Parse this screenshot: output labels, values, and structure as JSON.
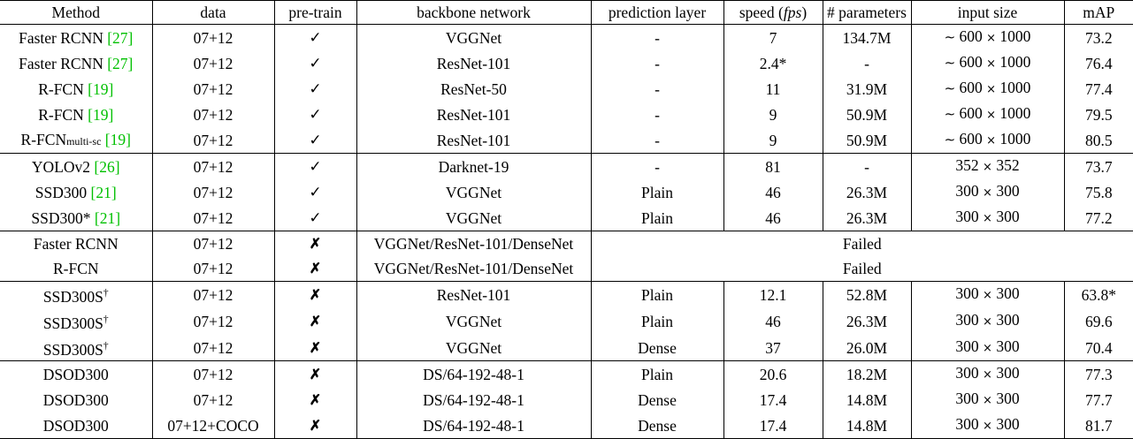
{
  "table": {
    "columns": [
      {
        "key": "method",
        "label": "Method"
      },
      {
        "key": "data",
        "label": "data"
      },
      {
        "key": "pretrain",
        "label": "pre-train"
      },
      {
        "key": "backbone",
        "label": "backbone network"
      },
      {
        "key": "predlayer",
        "label": "prediction layer"
      },
      {
        "key": "speed",
        "label": "speed (fps)",
        "label_main": "speed (",
        "label_italic": "fps",
        "label_tail": ")"
      },
      {
        "key": "params",
        "label": "# parameters"
      },
      {
        "key": "inputsize",
        "label": "input size"
      },
      {
        "key": "map",
        "label": "mAP"
      }
    ],
    "colors": {
      "citation": "#00c000",
      "text": "#000000",
      "rule": "#000000"
    },
    "marks": {
      "check": "✓",
      "cross": "✗",
      "approx": "∼",
      "times": "×",
      "dagger": "†"
    },
    "groups": [
      {
        "rows": [
          {
            "method": "Faster RCNN",
            "cite": "[27]",
            "data": "07+12",
            "pretrain": "check",
            "backbone": "VGGNet",
            "predlayer": "-",
            "speed": "7",
            "params": "134.7M",
            "inputsize": "∼ 600 × 1000",
            "map": "73.2"
          },
          {
            "method": "Faster RCNN",
            "cite": "[27]",
            "data": "07+12",
            "pretrain": "check",
            "backbone": "ResNet-101",
            "predlayer": "-",
            "speed": "2.4*",
            "params": "-",
            "inputsize": "∼ 600 × 1000",
            "map": "76.4"
          },
          {
            "method": "R-FCN",
            "cite": "[19]",
            "data": "07+12",
            "pretrain": "check",
            "backbone": "ResNet-50",
            "predlayer": "-",
            "speed": "11",
            "params": "31.9M",
            "inputsize": "∼ 600 × 1000",
            "map": "77.4"
          },
          {
            "method": "R-FCN",
            "cite": "[19]",
            "data": "07+12",
            "pretrain": "check",
            "backbone": "ResNet-101",
            "predlayer": "-",
            "speed": "9",
            "params": "50.9M",
            "inputsize": "∼ 600 × 1000",
            "map": "79.5"
          },
          {
            "method": "R-FCN",
            "method_sub": "multi-sc",
            "cite": "[19]",
            "data": "07+12",
            "pretrain": "check",
            "backbone": "ResNet-101",
            "predlayer": "-",
            "speed": "9",
            "params": "50.9M",
            "inputsize": "∼ 600 × 1000",
            "map": "80.5"
          }
        ]
      },
      {
        "rows": [
          {
            "method": "YOLOv2",
            "cite": "[26]",
            "data": "07+12",
            "pretrain": "check",
            "backbone": "Darknet-19",
            "predlayer": "-",
            "speed": "81",
            "params": "-",
            "inputsize": "352 × 352",
            "map": "73.7"
          },
          {
            "method": "SSD300",
            "cite": "[21]",
            "data": "07+12",
            "pretrain": "check",
            "backbone": "VGGNet",
            "predlayer": "Plain",
            "speed": "46",
            "params": "26.3M",
            "inputsize": "300 × 300",
            "map": "75.8"
          },
          {
            "method": "SSD300*",
            "cite": "[21]",
            "data": "07+12",
            "pretrain": "check",
            "backbone": "VGGNet",
            "predlayer": "Plain",
            "speed": "46",
            "params": "26.3M",
            "inputsize": "300 × 300",
            "map": "77.2"
          }
        ]
      },
      {
        "rows": [
          {
            "method": "Faster RCNN",
            "cite": "",
            "data": "07+12",
            "pretrain": "cross",
            "backbone": "VGGNet/ResNet-101/DenseNet",
            "merged": "Failed"
          },
          {
            "method": "R-FCN",
            "cite": "",
            "data": "07+12",
            "pretrain": "cross",
            "backbone": "VGGNet/ResNet-101/DenseNet",
            "merged": "Failed"
          }
        ]
      },
      {
        "rows": [
          {
            "method": "SSD300S",
            "method_sup": "†",
            "cite": "",
            "data": "07+12",
            "pretrain": "cross",
            "backbone": "ResNet-101",
            "predlayer": "Plain",
            "speed": "12.1",
            "params": "52.8M",
            "inputsize": "300 × 300",
            "map": "63.8*"
          },
          {
            "method": "SSD300S",
            "method_sup": "†",
            "cite": "",
            "data": "07+12",
            "pretrain": "cross",
            "backbone": "VGGNet",
            "predlayer": "Plain",
            "speed": "46",
            "params": "26.3M",
            "inputsize": "300 × 300",
            "map": "69.6"
          },
          {
            "method": "SSD300S",
            "method_sup": "†",
            "cite": "",
            "data": "07+12",
            "pretrain": "cross",
            "backbone": "VGGNet",
            "predlayer": "Dense",
            "speed": "37",
            "params": "26.0M",
            "inputsize": "300 × 300",
            "map": "70.4"
          }
        ]
      },
      {
        "rows": [
          {
            "method": "DSOD300",
            "cite": "",
            "data": "07+12",
            "pretrain": "cross",
            "backbone": "DS/64-192-48-1",
            "predlayer": "Plain",
            "speed": "20.6",
            "params": "18.2M",
            "inputsize": "300 × 300",
            "map": "77.3"
          },
          {
            "method": "DSOD300",
            "cite": "",
            "data": "07+12",
            "pretrain": "cross",
            "backbone": "DS/64-192-48-1",
            "predlayer": "Dense",
            "speed": "17.4",
            "params": "14.8M",
            "inputsize": "300 × 300",
            "map": "77.7"
          },
          {
            "method": "DSOD300",
            "cite": "",
            "data": "07+12+COCO",
            "pretrain": "cross",
            "backbone": "DS/64-192-48-1",
            "predlayer": "Dense",
            "speed": "17.4",
            "params": "14.8M",
            "inputsize": "300 × 300",
            "map": "81.7"
          }
        ]
      }
    ]
  }
}
